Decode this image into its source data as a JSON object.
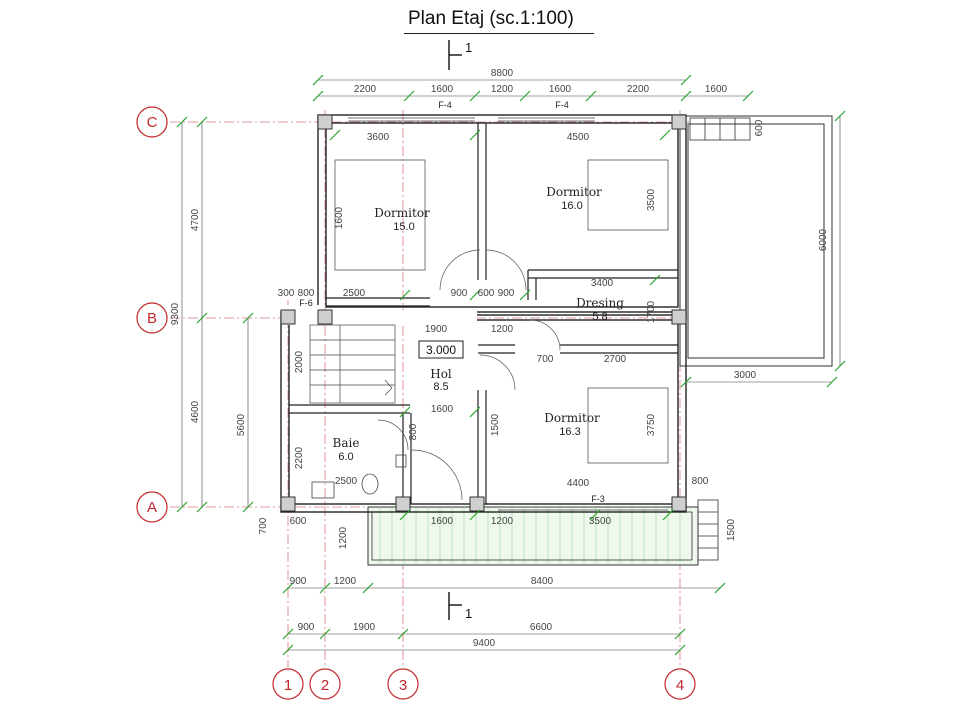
{
  "title": "Plan Etaj  (sc.1:100)",
  "section": {
    "mark": "1"
  },
  "axes": {
    "rows": [
      "C",
      "B",
      "A"
    ],
    "cols": [
      "1",
      "2",
      "3",
      "4"
    ]
  },
  "rooms": [
    {
      "name": "Dormitor",
      "area": "15.0"
    },
    {
      "name": "Dormitor",
      "area": "16.0"
    },
    {
      "name": "Dresing",
      "area": "5.8"
    },
    {
      "name": "Hol",
      "area": "8.5"
    },
    {
      "name": "Dormitor",
      "area": "16.3"
    },
    {
      "name": "Baie",
      "area": "6.0"
    }
  ],
  "level": "3.000",
  "windows": [
    "F-4",
    "F-4",
    "F-6",
    "F-3"
  ],
  "dims": {
    "top_total": "8800",
    "top_chain": [
      "2200",
      "1600",
      "1200",
      "1600",
      "2200",
      "1600"
    ],
    "bottom_chain": [
      "900",
      "1200",
      "8400"
    ],
    "axis_chain": [
      "900",
      "1900",
      "6600"
    ],
    "axis_total": "9400",
    "left_total": "9300",
    "left_upper": "4700",
    "left_lower": "4600",
    "left_inner": "5600",
    "terrace_height": "6000",
    "terrace_width": "3000",
    "room_dims": [
      "3600",
      "4500",
      "4400",
      "3500",
      "2500",
      "900",
      "600",
      "900",
      "300",
      "800",
      "3400",
      "1700",
      "1900",
      "1200",
      "700",
      "2700",
      "3750",
      "1600",
      "1500",
      "800",
      "2000",
      "2200",
      "2500",
      "4400",
      "800",
      "1600",
      "1200",
      "3500",
      "1200",
      "1500",
      "700",
      "600",
      "1600",
      "600"
    ]
  }
}
